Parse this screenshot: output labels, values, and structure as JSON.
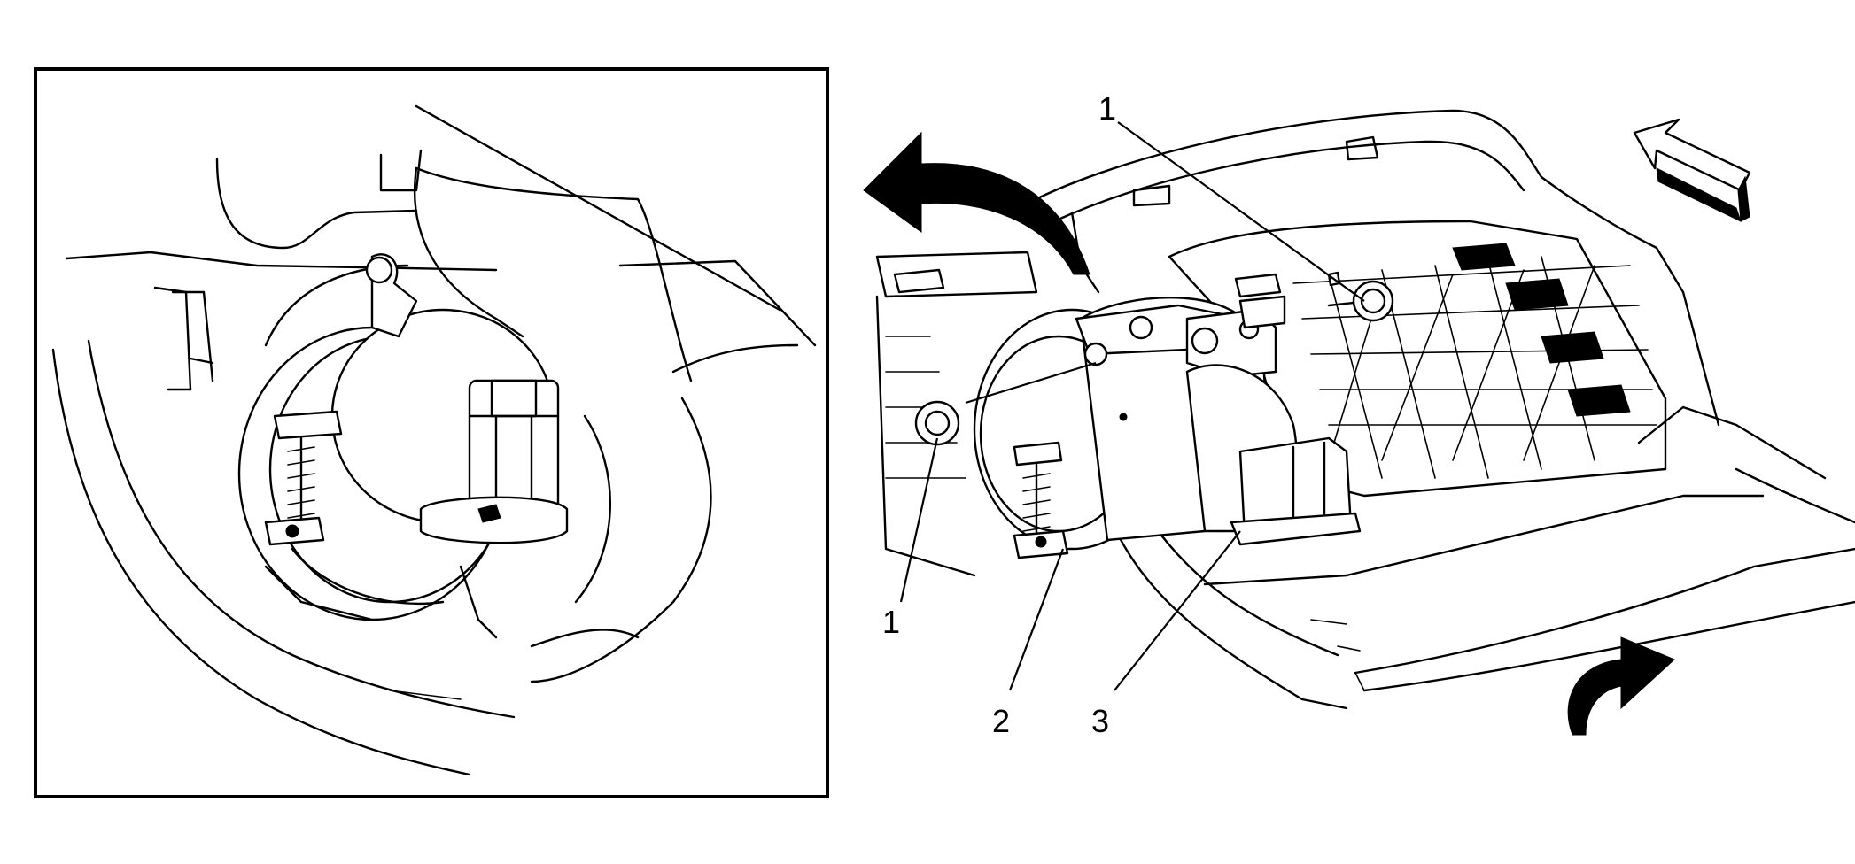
{
  "callouts": [
    {
      "id": "callout-1-top",
      "label": "1"
    },
    {
      "id": "callout-1-left",
      "label": "1"
    },
    {
      "id": "callout-2",
      "label": "2"
    },
    {
      "id": "callout-3",
      "label": "3"
    }
  ],
  "icons": {
    "rotate_left_arrow": "curved-arrow-icon",
    "rotate_right_arrow": "curved-arrow-icon",
    "direction_arrow": "hollow-arrow-icon"
  }
}
